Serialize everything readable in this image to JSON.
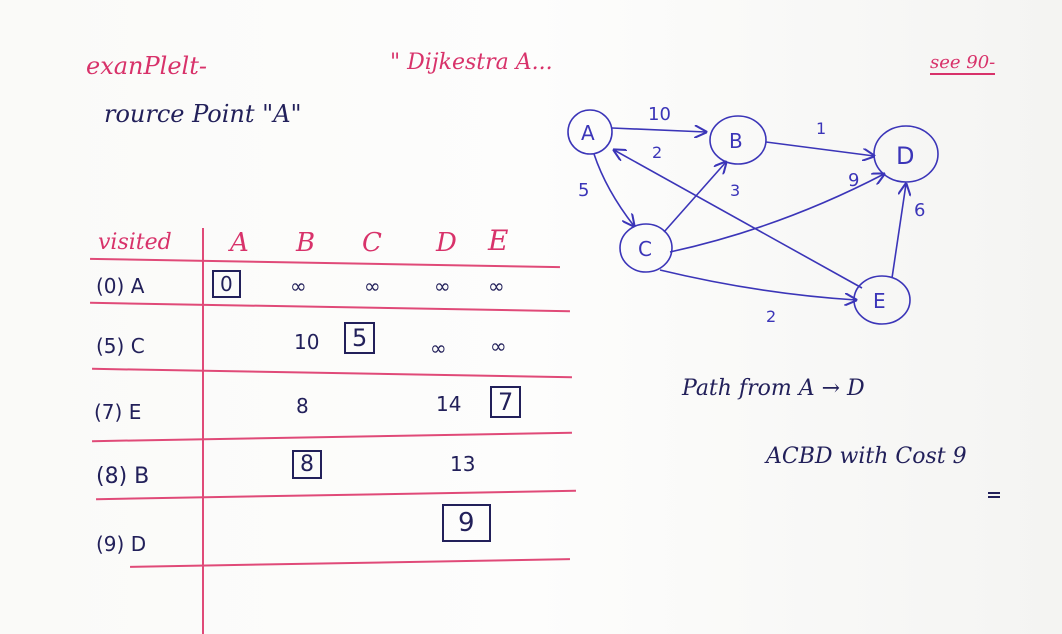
{
  "header": {
    "example": "exanPlelt-",
    "title": "\" Dijkestra A...",
    "corner": "see 90-",
    "source": "rource Point \"A\""
  },
  "table": {
    "headers": [
      "visited",
      "A",
      "B",
      "C",
      "D",
      "E"
    ],
    "rows": [
      {
        "visited": "(0)  A",
        "A": "0",
        "B": "∞",
        "C": "∞",
        "D": "∞",
        "E": "∞"
      },
      {
        "visited": "(5)  C",
        "A": "",
        "B": "10",
        "C": "5",
        "D": "∞",
        "E": "∞"
      },
      {
        "visited": "(7)  E",
        "A": "",
        "B": "8",
        "C": "",
        "D": "14",
        "E": "7"
      },
      {
        "visited": "(8)  B",
        "A": "",
        "B": "8",
        "C": "",
        "D": "13",
        "E": ""
      },
      {
        "visited": "(9)  D",
        "A": "",
        "B": "",
        "C": "",
        "D": "9",
        "E": ""
      }
    ]
  },
  "graph": {
    "nodes": [
      "A",
      "B",
      "C",
      "D",
      "E"
    ],
    "edges": [
      {
        "from": "A",
        "to": "B",
        "weight": "10"
      },
      {
        "from": "E",
        "to": "A",
        "weight": "2"
      },
      {
        "from": "A",
        "to": "C",
        "weight": "5"
      },
      {
        "from": "B",
        "to": "D",
        "weight": "1"
      },
      {
        "from": "C",
        "to": "B",
        "weight": "3"
      },
      {
        "from": "C",
        "to": "D",
        "weight": "9"
      },
      {
        "from": "C",
        "to": "E",
        "weight": "2"
      },
      {
        "from": "E",
        "to": "D",
        "weight": "6"
      }
    ]
  },
  "result": {
    "line1": "Path from A → D",
    "line2": "ACBD with Cost 9"
  },
  "colors": {
    "ink_blue": "#3b35b8",
    "ink_red": "#d8326a",
    "rule": "#e04a78"
  }
}
